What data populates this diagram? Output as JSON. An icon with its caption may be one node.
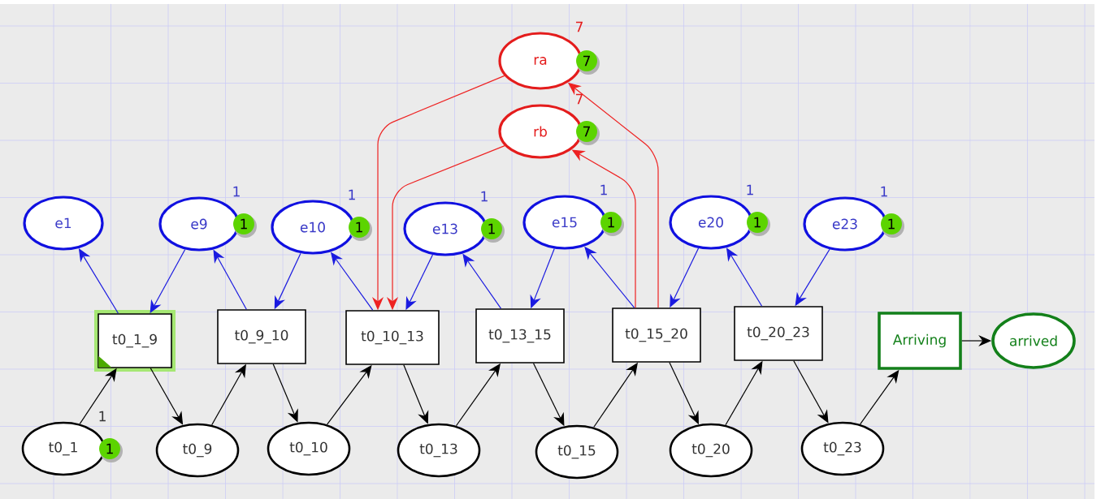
{
  "diagram": {
    "nodes": [
      {
        "text": [
          "ra"
        ],
        "beside": [
          "7",
          "7"
        ]
      },
      {
        "text": [
          "rb"
        ],
        "beside": [
          "7",
          "7"
        ]
      },
      {
        "text": [
          "e1"
        ]
      },
      {
        "text": [
          "e9"
        ],
        "beside": [
          "1",
          "1"
        ]
      },
      {
        "text": [
          "e10"
        ],
        "beside": [
          "1",
          "1"
        ]
      },
      {
        "text": [
          "e13"
        ],
        "beside": [
          "1",
          "1"
        ]
      },
      {
        "text": [
          "e15"
        ],
        "beside": [
          "1",
          "1"
        ]
      },
      {
        "text": [
          "e20"
        ],
        "beside": [
          "1",
          "1"
        ]
      },
      {
        "text": [
          "e23"
        ],
        "beside": [
          "1",
          "1"
        ]
      },
      {
        "text": [
          "t0_1_9"
        ]
      },
      {
        "text": [
          "t0_9_10"
        ]
      },
      {
        "text": [
          "t0_10_13"
        ]
      },
      {
        "text": [
          "t0_13_15"
        ]
      },
      {
        "text": [
          "t0_15_20"
        ]
      },
      {
        "text": [
          "t0_20_23"
        ]
      },
      {
        "text": [
          "Arriving"
        ]
      },
      {
        "text": [
          "arrived"
        ]
      },
      {
        "text": [
          "t0_1"
        ],
        "beside": [
          "1",
          "1"
        ]
      },
      {
        "text": [
          "t0_9"
        ]
      },
      {
        "text": [
          "t0_10"
        ]
      },
      {
        "text": [
          "t0_13"
        ]
      },
      {
        "text": [
          "t0_15"
        ]
      },
      {
        "text": [
          "t0_20"
        ]
      },
      {
        "text": [
          "t0_23"
        ]
      }
    ],
    "edges": [
      {
        "from": 9,
        "to": 2,
        "arrow": "to",
        "color": "#1a1ae0"
      },
      {
        "from": 3,
        "to": 9,
        "arrow": "to",
        "color": "#1a1ae0"
      },
      {
        "from": 10,
        "to": 3,
        "arrow": "to",
        "color": "#1a1ae0"
      },
      {
        "from": 4,
        "to": 10,
        "arrow": "to",
        "color": "#1a1ae0"
      },
      {
        "from": 11,
        "to": 4,
        "arrow": "to",
        "color": "#1a1ae0"
      },
      {
        "from": 5,
        "to": 11,
        "arrow": "to",
        "color": "#1a1ae0"
      },
      {
        "from": 12,
        "to": 5,
        "arrow": "to",
        "color": "#1a1ae0"
      },
      {
        "from": 6,
        "to": 12,
        "arrow": "to",
        "color": "#1a1ae0"
      },
      {
        "from": 13,
        "to": 6,
        "arrow": "to",
        "color": "#1a1ae0"
      },
      {
        "from": 7,
        "to": 13,
        "arrow": "to",
        "color": "#1a1ae0"
      },
      {
        "from": 14,
        "to": 7,
        "arrow": "to",
        "color": "#1a1ae0"
      },
      {
        "from": 8,
        "to": 14,
        "arrow": "to",
        "color": "#1a1ae0"
      },
      {
        "from": 0,
        "to": 11,
        "arrow": "to",
        "color": "#ee2222"
      },
      {
        "from": 1,
        "to": 11,
        "arrow": "to",
        "color": "#ee2222"
      },
      {
        "from": 13,
        "to": 0,
        "arrow": "to",
        "color": "#ee2222"
      },
      {
        "from": 13,
        "to": 1,
        "arrow": "to",
        "color": "#ee2222"
      },
      {
        "from": 17,
        "to": 9,
        "arrow": "to"
      },
      {
        "from": 9,
        "to": 18,
        "arrow": "to"
      },
      {
        "from": 18,
        "to": 10,
        "arrow": "to"
      },
      {
        "from": 10,
        "to": 19,
        "arrow": "to"
      },
      {
        "from": 19,
        "to": 11,
        "arrow": "to"
      },
      {
        "from": 11,
        "to": 20,
        "arrow": "to"
      },
      {
        "from": 20,
        "to": 12,
        "arrow": "to"
      },
      {
        "from": 12,
        "to": 21,
        "arrow": "to"
      },
      {
        "from": 21,
        "to": 13,
        "arrow": "to"
      },
      {
        "from": 13,
        "to": 22,
        "arrow": "to"
      },
      {
        "from": 22,
        "to": 14,
        "arrow": "to"
      },
      {
        "from": 14,
        "to": 23,
        "arrow": "to"
      },
      {
        "from": 23,
        "to": 15,
        "arrow": "to"
      },
      {
        "from": 15,
        "to": 16,
        "arrow": "to"
      }
    ]
  }
}
